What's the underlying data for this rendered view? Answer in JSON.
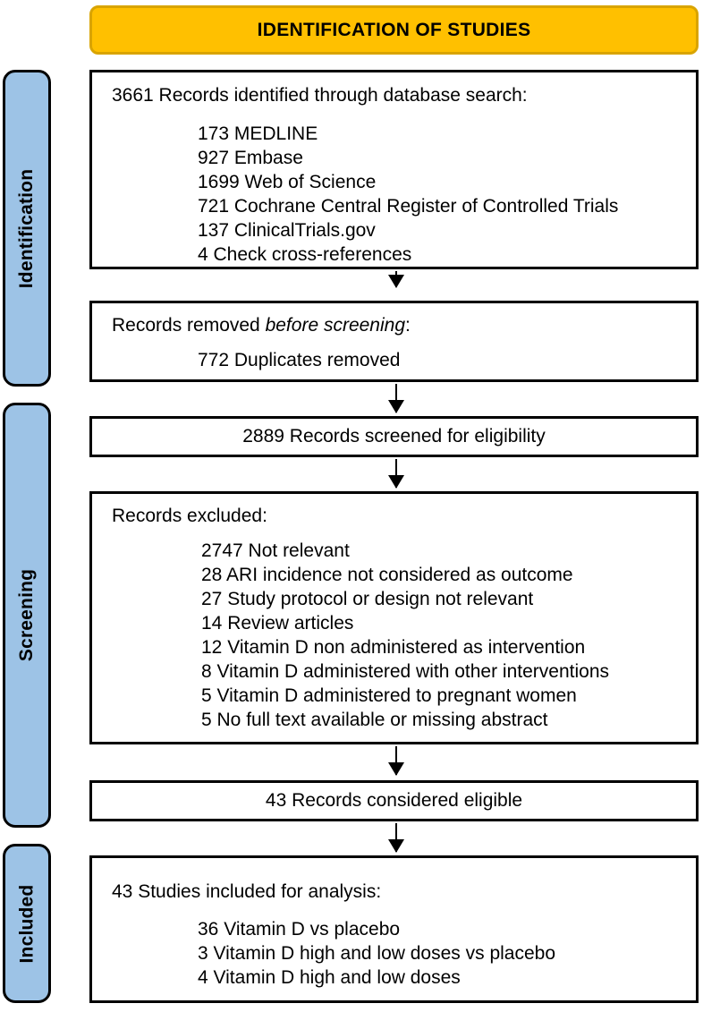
{
  "banner": {
    "title": "IDENTIFICATION OF STUDIES"
  },
  "stages": [
    {
      "key": "identification",
      "label": "Identification"
    },
    {
      "key": "screening",
      "label": "Screening"
    },
    {
      "key": "included",
      "label": "Included"
    }
  ],
  "boxes": {
    "identified": {
      "heading": "3661 Records identified through database search:",
      "items": [
        "173 MEDLINE",
        "927 Embase",
        "1699 Web of Science",
        "721 Cochrane Central Register of Controlled Trials",
        "137 ClinicalTrials.gov",
        "4 Check cross-references"
      ]
    },
    "removed": {
      "heading_pre": "Records removed ",
      "heading_em": "before screening",
      "heading_post": ":",
      "items": [
        "772 Duplicates removed"
      ]
    },
    "screened": {
      "text": "2889 Records screened for eligibility"
    },
    "excluded": {
      "heading": "Records excluded:",
      "items": [
        "2747 Not relevant",
        "28 ARI incidence not considered as outcome",
        "27 Study protocol or design not relevant",
        "14 Review articles",
        "12 Vitamin D non administered as intervention",
        "8 Vitamin D administered with other interventions",
        "5 Vitamin D administered to pregnant women",
        "5 No full text available or missing abstract"
      ]
    },
    "eligible": {
      "text": "43 Records considered eligible"
    },
    "included": {
      "heading": "43 Studies included for analysis:",
      "items": [
        "36 Vitamin D vs placebo",
        "3 Vitamin D high and low doses vs placebo",
        "4 Vitamin D high and low doses"
      ]
    }
  },
  "colors": {
    "banner_fill": "#FFC000",
    "stage_fill": "#9DC3E6",
    "box_border": "#000000",
    "background": "#FFFFFF"
  }
}
